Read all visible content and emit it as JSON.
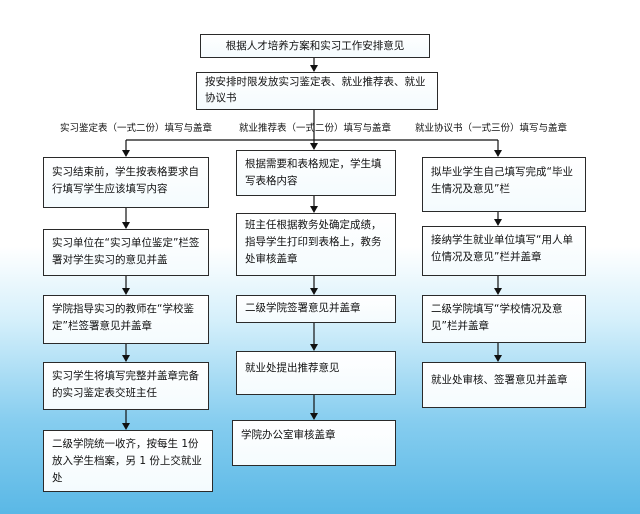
{
  "title_box": "根据人才培养方案和实习工作安排意见",
  "second_box": "按安排时限发放实习鉴定表、就业推荐表、就业协议书",
  "column_labels": [
    "实习鉴定表（一式二份）填写与盖章",
    "就业推荐表（一式二份）填写与盖章",
    "就业协议书（一式三份）填写与盖章"
  ],
  "col1": [
    "实习结束前，学生按表格要求自行填写学生应该填写内容",
    "实习单位在“实习单位鉴定”栏签署对学生实习的意见并盖",
    "学院指导实习的教师在“学校鉴定”栏签署意见并盖章",
    "实习学生将填写完整并盖章完备的实习鉴定表交班主任",
    "二级学院统一收齐，按每生 1份放入学生档案，另 1 份上交就业处"
  ],
  "col2": [
    "根据需要和表格规定，学生填写表格内容",
    "班主任根据教务处确定成绩，指导学生打印到表格上，教务处审核盖章",
    "二级学院签署意见并盖章",
    "就业处提出推荐意见",
    "学院办公室审核盖章"
  ],
  "col3": [
    "拟毕业学生自己填写完成“毕业生情况及意见”栏",
    "接纳学生就业单位填写“用人单位情况及意见”栏并盖章",
    "二级学院填写“学校情况及意见”栏并盖章",
    "就业处审核、签署意见并盖章"
  ]
}
